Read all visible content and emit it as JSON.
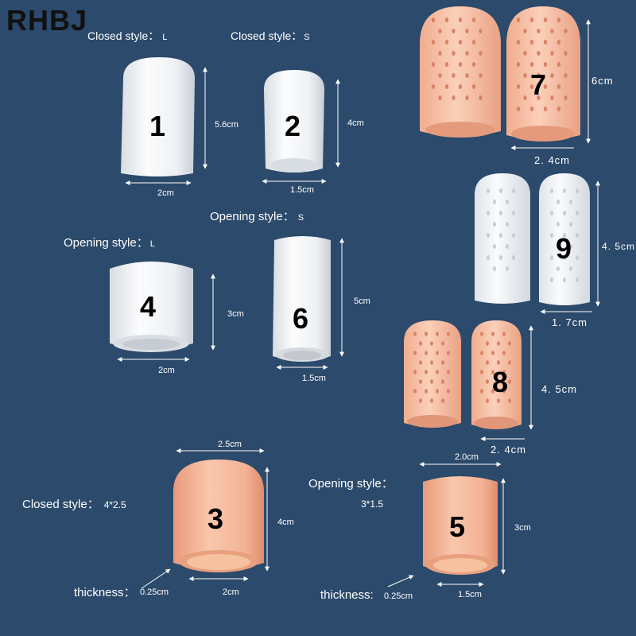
{
  "brand": "RHBJ",
  "colors": {
    "background": "#2c4a6b",
    "clear_silicone": "#eef0f2",
    "skin_silicone": "#f4b79c",
    "text": "#ffffff",
    "number": "#000000"
  },
  "items": {
    "1": {
      "number": "1",
      "style_label": "Closed style：",
      "size_mark": "L",
      "height": "5.6cm",
      "width": "2cm"
    },
    "2": {
      "number": "2",
      "style_label": "Closed style：",
      "size_mark": "S",
      "height": "4cm",
      "width": "1.5cm"
    },
    "3": {
      "number": "3",
      "style_label": "Closed style：",
      "size_mark": "4*2.5",
      "top_width": "2.5cm",
      "height": "4cm",
      "width": "2cm",
      "thickness_label": "thickness：",
      "thickness": "0.25cm"
    },
    "4": {
      "number": "4",
      "style_label": "Opening style：",
      "size_mark": "L",
      "height": "3cm",
      "width": "2cm"
    },
    "5": {
      "number": "5",
      "style_label": "Opening style：",
      "size_mark": "3*1.5",
      "top_width": "2.0cm",
      "height": "3cm",
      "width": "1.5cm",
      "thickness_label": "thickness:",
      "thickness": "0.25cm"
    },
    "6": {
      "number": "6",
      "style_label": "Opening style：",
      "size_mark": "S",
      "height": "5cm",
      "width": "1.5cm"
    },
    "7": {
      "number": "7",
      "height": "6cm",
      "width": "2. 4cm"
    },
    "8": {
      "number": "8",
      "height": "4. 5cm",
      "width": "2. 4cm"
    },
    "9": {
      "number": "9",
      "height": "4. 5cm",
      "width": "1. 7cm"
    }
  }
}
